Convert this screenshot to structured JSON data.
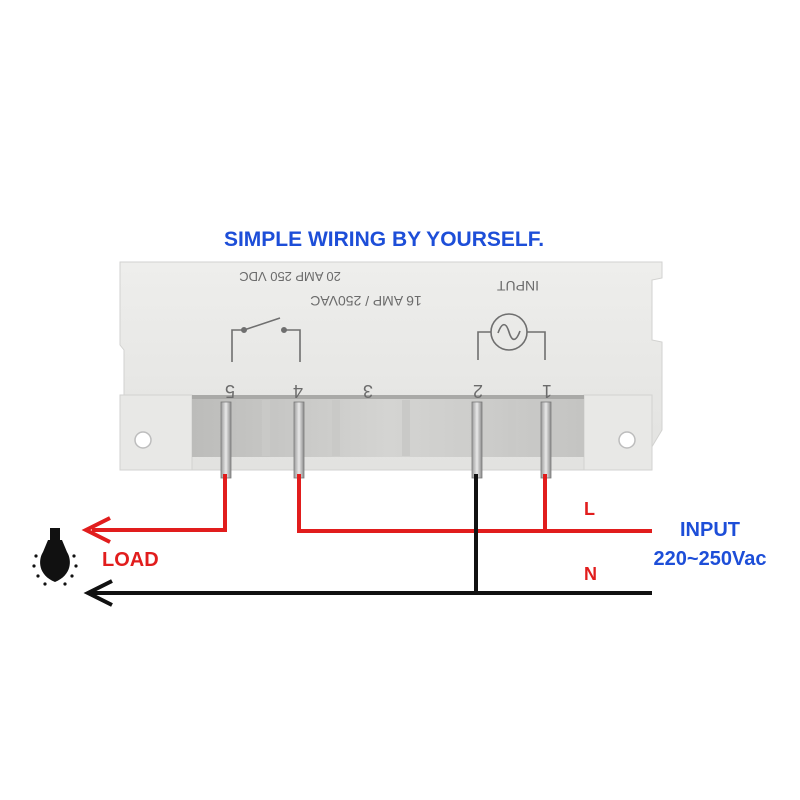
{
  "heading": "SIMPLE WIRING BY YOURSELF.",
  "device": {
    "rating_text": "16 AMP / 250VAC",
    "rating_text_partial": "20 AMP 250 VDC",
    "input_label": "INPUT",
    "terminals": [
      "5",
      "4",
      "3",
      "2",
      "1"
    ]
  },
  "wiring": {
    "load_label": "LOAD",
    "line_label": "L",
    "neutral_label": "N",
    "input_label": "INPUT",
    "voltage_label": "220~250Vac"
  },
  "colors": {
    "heading": "#1d4ed8",
    "live_wire": "#e11d1d",
    "neutral_wire": "#111111",
    "input_text": "#1d4ed8",
    "housing": "#e7e7e5"
  },
  "icons": {
    "load": "light-bulb-icon"
  }
}
